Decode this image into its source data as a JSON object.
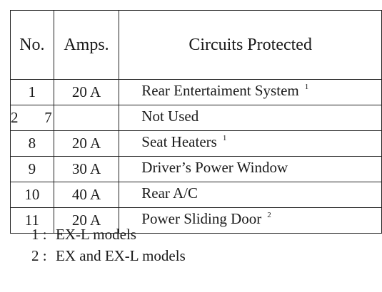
{
  "table": {
    "headers": {
      "no": "No.",
      "amps": "Amps.",
      "circuits": "Circuits Protected"
    },
    "rows": [
      {
        "no": "1",
        "amps": "20 A",
        "circuit": "Rear Entertaiment System",
        "note": "1"
      },
      {
        "no_start": "2",
        "no_end": "7",
        "amps": "",
        "circuit": "Not Used",
        "note": ""
      },
      {
        "no": "8",
        "amps": "20 A",
        "circuit": "Seat Heaters",
        "note": "1"
      },
      {
        "no": "9",
        "amps": "30 A",
        "circuit": "Driver’s Power Window",
        "note": ""
      },
      {
        "no": "10",
        "amps": "40 A",
        "circuit": "Rear A/C",
        "note": ""
      },
      {
        "no": "11",
        "amps": "20 A",
        "circuit": "Power Sliding Door",
        "note": "2"
      }
    ]
  },
  "footnotes": [
    {
      "marker": "1 :",
      "text": "EX-L models"
    },
    {
      "marker": "2 :",
      "text": "EX and EX-L models"
    }
  ]
}
